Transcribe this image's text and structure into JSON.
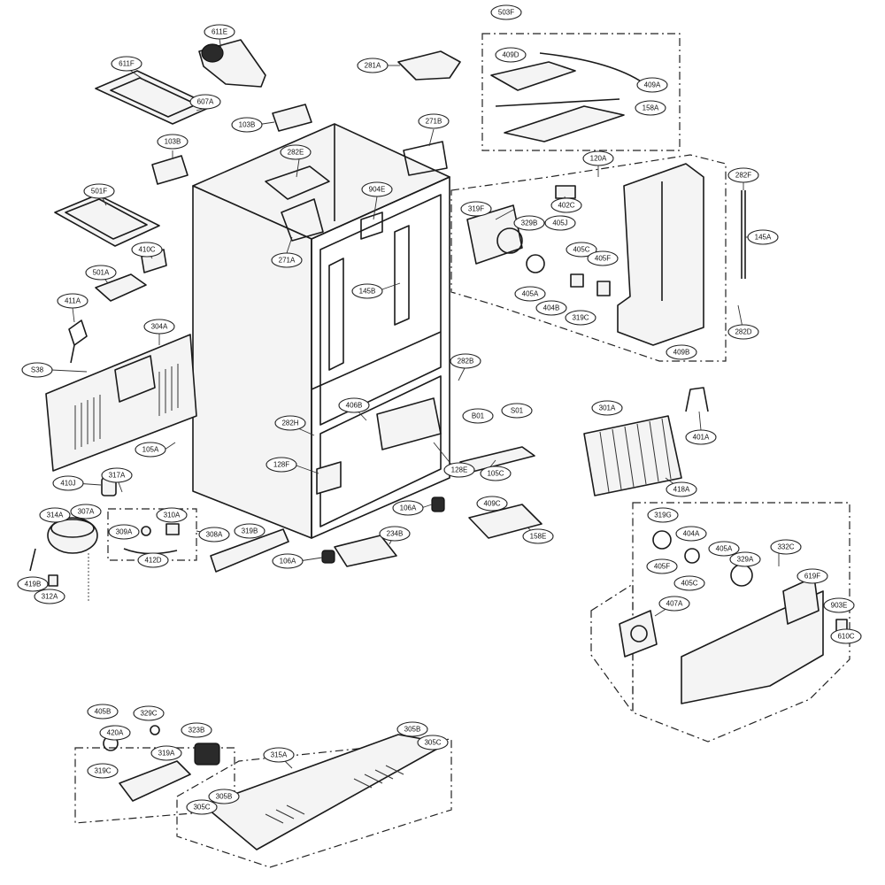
{
  "diagram": {
    "type": "exploded-parts-diagram",
    "callouts": [
      {
        "id": "611E",
        "label": "611E"
      },
      {
        "id": "611F",
        "label": "611F"
      },
      {
        "id": "607A",
        "label": "607A"
      },
      {
        "id": "103B_top",
        "label": "103B"
      },
      {
        "id": "103B_left",
        "label": "103B"
      },
      {
        "id": "281A",
        "label": "281A"
      },
      {
        "id": "271B",
        "label": "271B"
      },
      {
        "id": "282E",
        "label": "282E"
      },
      {
        "id": "501F",
        "label": "501F"
      },
      {
        "id": "904E",
        "label": "904E"
      },
      {
        "id": "271A",
        "label": "271A"
      },
      {
        "id": "410C",
        "label": "410C"
      },
      {
        "id": "501A",
        "label": "501A"
      },
      {
        "id": "411A",
        "label": "411A"
      },
      {
        "id": "145B",
        "label": "145B"
      },
      {
        "id": "304A",
        "label": "304A"
      },
      {
        "id": "S38",
        "label": "S38"
      },
      {
        "id": "282B",
        "label": "282B"
      },
      {
        "id": "406B",
        "label": "406B"
      },
      {
        "id": "B01",
        "label": "B01"
      },
      {
        "id": "S01",
        "label": "S01"
      },
      {
        "id": "282H",
        "label": "282H"
      },
      {
        "id": "105A",
        "label": "105A"
      },
      {
        "id": "128F",
        "label": "128F"
      },
      {
        "id": "128E",
        "label": "128E"
      },
      {
        "id": "105C",
        "label": "105C"
      },
      {
        "id": "410J",
        "label": "410J"
      },
      {
        "id": "317A",
        "label": "317A"
      },
      {
        "id": "314A",
        "label": "314A"
      },
      {
        "id": "307A",
        "label": "307A"
      },
      {
        "id": "310A",
        "label": "310A"
      },
      {
        "id": "309A",
        "label": "309A"
      },
      {
        "id": "308A",
        "label": "308A"
      },
      {
        "id": "319B",
        "label": "319B"
      },
      {
        "id": "412D",
        "label": "412D"
      },
      {
        "id": "419B",
        "label": "419B"
      },
      {
        "id": "312A",
        "label": "312A"
      },
      {
        "id": "106A_left",
        "label": "106A"
      },
      {
        "id": "106A_right",
        "label": "106A"
      },
      {
        "id": "234B",
        "label": "234B"
      },
      {
        "id": "409C",
        "label": "409C"
      },
      {
        "id": "158E",
        "label": "158E"
      },
      {
        "id": "503F",
        "label": "503F"
      },
      {
        "id": "409D",
        "label": "409D"
      },
      {
        "id": "409A",
        "label": "409A"
      },
      {
        "id": "158A",
        "label": "158A"
      },
      {
        "id": "120A",
        "label": "120A"
      },
      {
        "id": "282F",
        "label": "282F"
      },
      {
        "id": "319F",
        "label": "319F"
      },
      {
        "id": "329B",
        "label": "329B"
      },
      {
        "id": "402C",
        "label": "402C"
      },
      {
        "id": "405J",
        "label": "405J"
      },
      {
        "id": "405C_top",
        "label": "405C"
      },
      {
        "id": "405F_top",
        "label": "405F"
      },
      {
        "id": "405A_top",
        "label": "405A"
      },
      {
        "id": "404B",
        "label": "404B"
      },
      {
        "id": "319C_top",
        "label": "319C"
      },
      {
        "id": "145A",
        "label": "145A"
      },
      {
        "id": "282D",
        "label": "282D"
      },
      {
        "id": "409B",
        "label": "409B"
      },
      {
        "id": "301A",
        "label": "301A"
      },
      {
        "id": "401A",
        "label": "401A"
      },
      {
        "id": "418A",
        "label": "418A"
      },
      {
        "id": "319G",
        "label": "319G"
      },
      {
        "id": "404A",
        "label": "404A"
      },
      {
        "id": "405F_right",
        "label": "405F"
      },
      {
        "id": "405A_right",
        "label": "405A"
      },
      {
        "id": "329A",
        "label": "329A"
      },
      {
        "id": "405C_right",
        "label": "405C"
      },
      {
        "id": "332C",
        "label": "332C"
      },
      {
        "id": "619F",
        "label": "619F"
      },
      {
        "id": "407A",
        "label": "407A"
      },
      {
        "id": "903E",
        "label": "903E"
      },
      {
        "id": "610C",
        "label": "610C"
      },
      {
        "id": "405B",
        "label": "405B"
      },
      {
        "id": "329C",
        "label": "329C"
      },
      {
        "id": "420A",
        "label": "420A"
      },
      {
        "id": "323B",
        "label": "323B"
      },
      {
        "id": "319A",
        "label": "319A"
      },
      {
        "id": "319C_bottom",
        "label": "319C"
      },
      {
        "id": "315A",
        "label": "315A"
      },
      {
        "id": "305B_top",
        "label": "305B"
      },
      {
        "id": "305C_top",
        "label": "305C"
      },
      {
        "id": "305B_bottom",
        "label": "305B"
      },
      {
        "id": "305C_bottom",
        "label": "305C"
      }
    ]
  }
}
